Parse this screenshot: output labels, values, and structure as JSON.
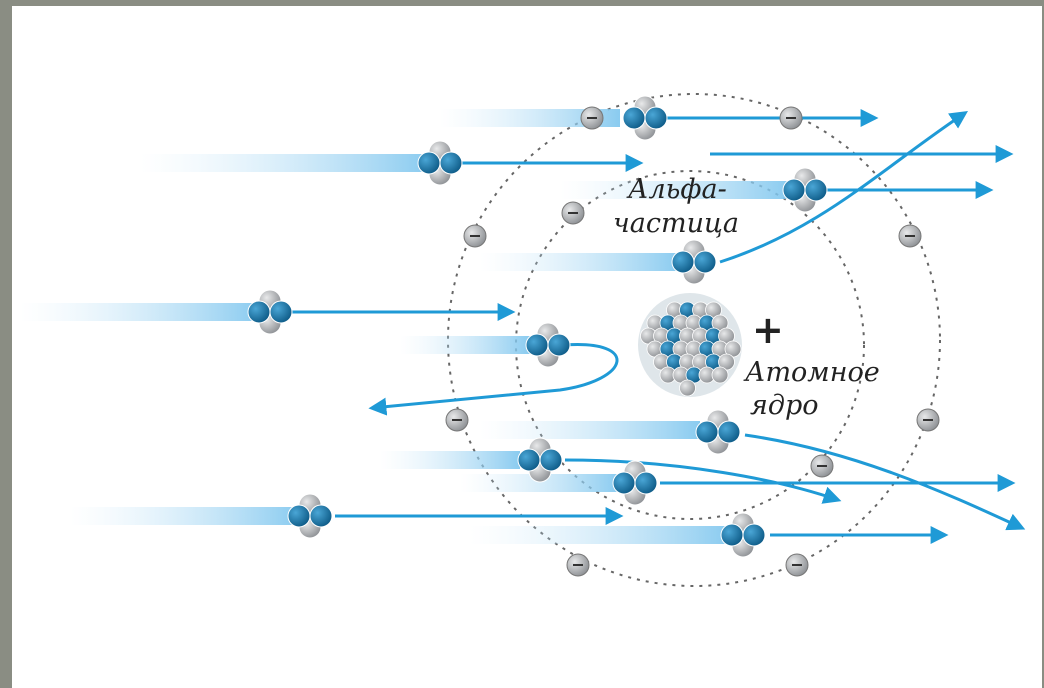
{
  "labels": {
    "alpha_line1": "Альфа-",
    "alpha_line2": "частица",
    "plus": "+",
    "nucleus_line1": "Атомное",
    "nucleus_line2": "ядро"
  },
  "electron_symbol": "⊖",
  "colors": {
    "trajectory": "#1f9ad6",
    "proton": "#1a6e9e",
    "neutron": "#a7a9ac",
    "orbit": "#555555",
    "trail": "#9fd4f2",
    "frame": "#8a8d83"
  }
}
